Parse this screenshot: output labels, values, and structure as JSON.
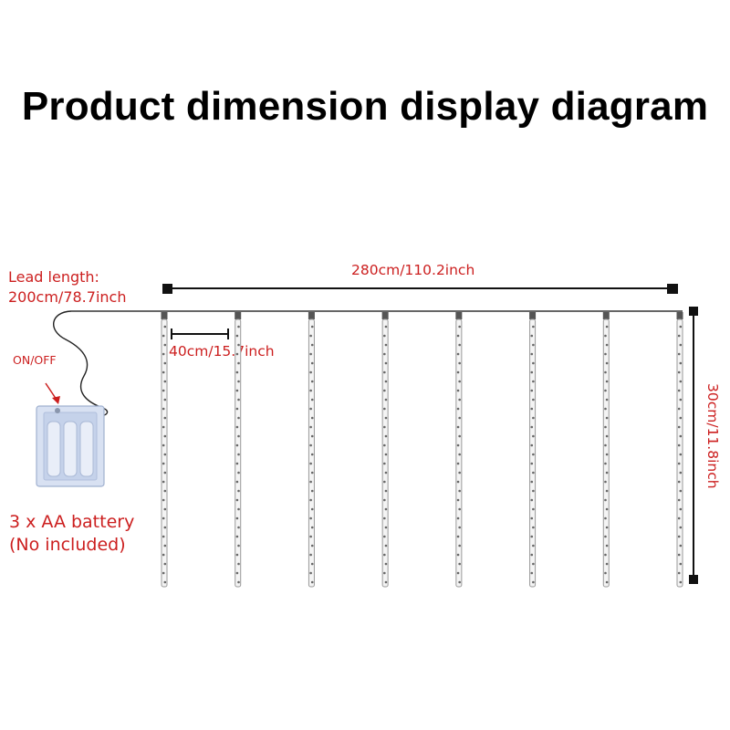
{
  "title": "Product dimension display diagram",
  "labels": {
    "lead_length_line1": "Lead length:",
    "lead_length_line2": "200cm/78.7inch",
    "on_off": "ON/OFF",
    "battery_line1": "3 x AA battery",
    "battery_line2": "(No included)",
    "total_width": "280cm/110.2inch",
    "tube_spacing": "40cm/15.7inch",
    "tube_height": "30cm/11.8inch"
  },
  "tubes": {
    "count": 8
  },
  "colors": {
    "label_red": "#cc1f1f",
    "line": "#111111",
    "tube": "#9a9a9a",
    "battery_box": "#c9d6ec"
  }
}
